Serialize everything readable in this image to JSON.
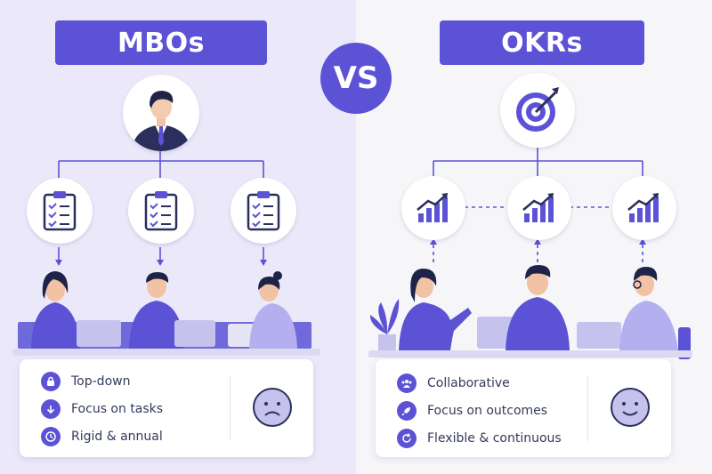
{
  "left": {
    "title": "MBOs",
    "traits": [
      {
        "icon": "lock-icon",
        "label": "Top-down"
      },
      {
        "icon": "arrow-down-icon",
        "label": "Focus on tasks"
      },
      {
        "icon": "clock-icon",
        "label": "Rigid & annual"
      }
    ],
    "mood": "sad-face-icon"
  },
  "vs_label": "VS",
  "right": {
    "title": "OKRs",
    "traits": [
      {
        "icon": "people-icon",
        "label": "Collaborative"
      },
      {
        "icon": "rocket-icon",
        "label": "Focus on outcomes"
      },
      {
        "icon": "refresh-icon",
        "label": "Flexible & continuous"
      }
    ],
    "mood": "happy-face-icon"
  },
  "colors": {
    "accent": "#5b52d6",
    "accent_light": "#8d87e8",
    "left_bg": "#ebe9f9",
    "right_bg": "#f6f6f8"
  }
}
